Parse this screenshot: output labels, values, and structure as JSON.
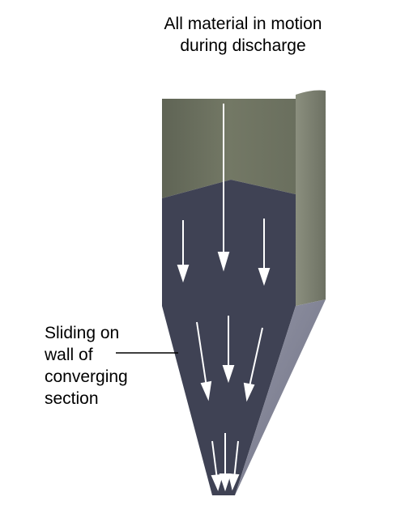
{
  "annotations": {
    "top": {
      "line1": "All material in motion",
      "line2": "during discharge"
    },
    "side": {
      "line1": "Sliding on",
      "line2": "wall of",
      "line3": "converging",
      "line4": "section"
    }
  },
  "colors": {
    "background": "#ffffff",
    "cylinder_empty": "#6e7362",
    "cylinder_side": "#808575",
    "material_fill": "#3f4254",
    "cone_side_face": "#8a8c9e",
    "flow_arrow": "#ffffff",
    "leader_line": "#000000"
  }
}
